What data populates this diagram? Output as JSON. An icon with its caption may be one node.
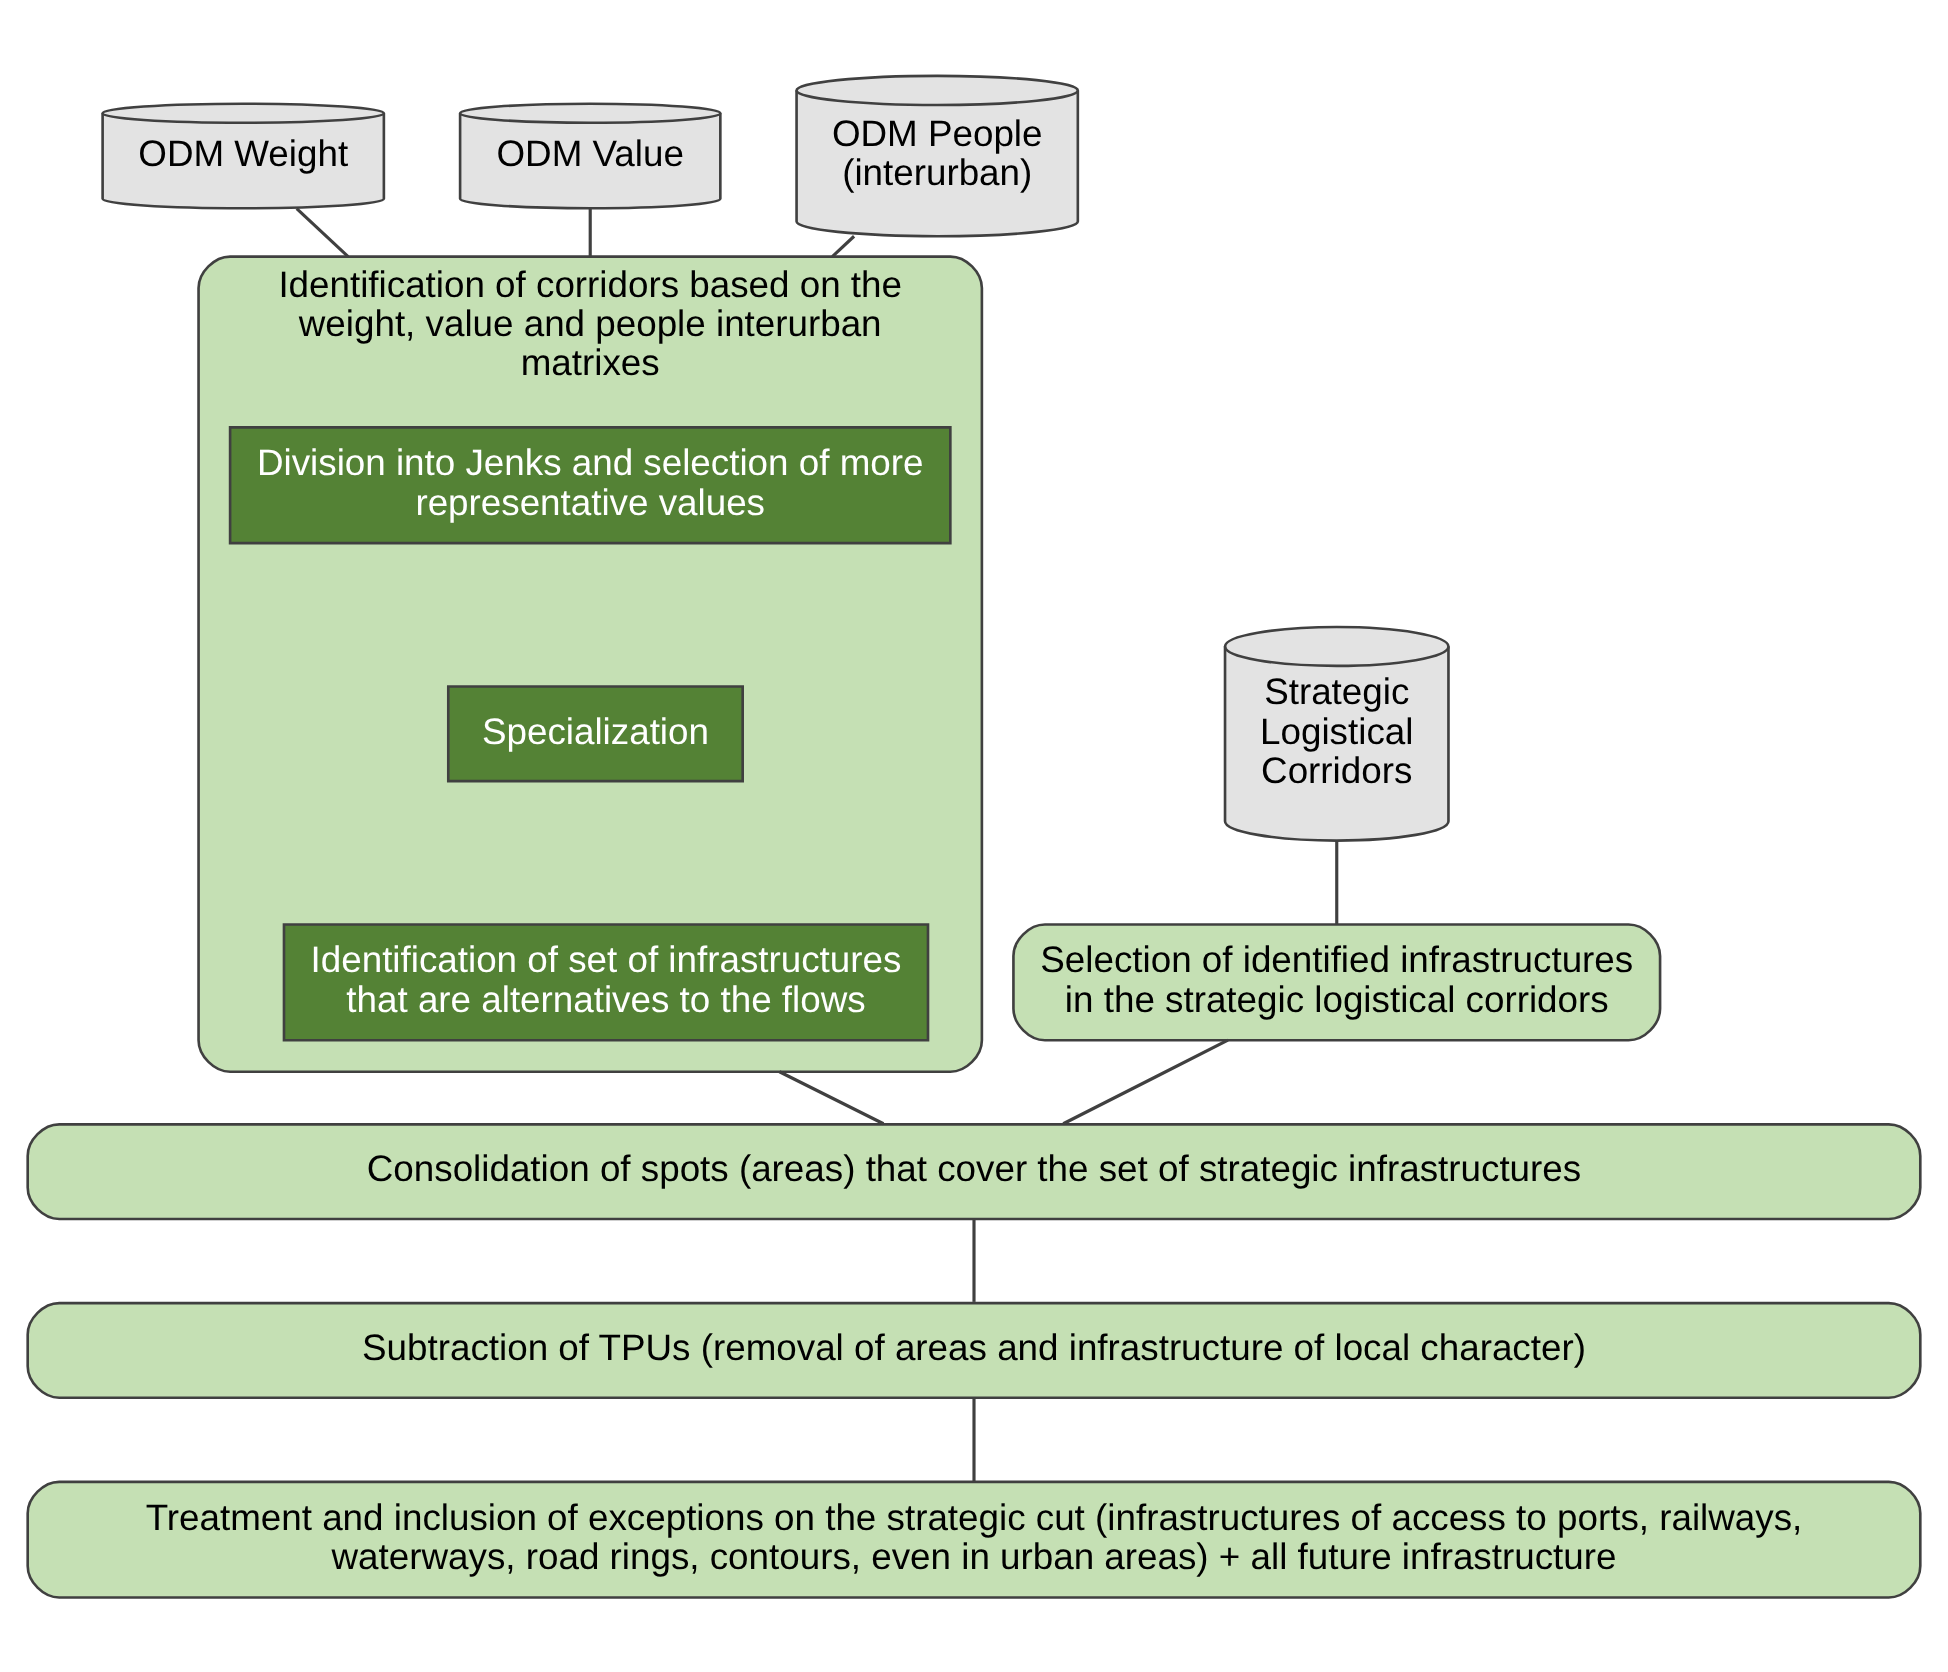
{
  "diagram": {
    "nodes": [
      {
        "text": [
          "ODM Weight"
        ]
      },
      {
        "text": [
          "ODM Value"
        ]
      },
      {
        "text": [
          "ODM People (interurban)"
        ]
      },
      {
        "text": [
          "Identification of corridors based on the weight, value and people interurban matrixes"
        ]
      },
      {
        "text": [
          "Division into Jenks and selection of more representative values"
        ],
        "in": 3
      },
      {
        "text": [
          "Specialization"
        ],
        "in": 3
      },
      {
        "text": [
          "Identification of set of infrastructures that are alternatives to the flows"
        ],
        "in": 3
      },
      {
        "text": [
          "Strategic Logistical Corridors"
        ]
      },
      {
        "text": [
          "Selection of identified infrastructures in the strategic logistical corridors"
        ]
      },
      {
        "text": [
          "Consolidation of spots (areas) that cover the set of strategic infrastructures"
        ]
      },
      {
        "text": [
          "Subtraction of TPUs (removal of areas and infrastructure of local character)"
        ]
      },
      {
        "text": [
          "Treatment and inclusion of exceptions on the strategic cut (infrastructures of access to ports, railways, waterways, road rings, contours, even in urban areas) + all future infrastructure"
        ]
      }
    ],
    "edges": [
      {
        "from": 0,
        "to": 3,
        "arrow": "none"
      },
      {
        "from": 1,
        "to": 3,
        "arrow": "none"
      },
      {
        "from": 2,
        "to": 3,
        "arrow": "none"
      },
      {
        "from": 7,
        "to": 8,
        "arrow": "none"
      },
      {
        "from": 8,
        "to": 9,
        "arrow": "none"
      },
      {
        "from": 3,
        "to": 9,
        "arrow": "none"
      },
      {
        "from": 9,
        "to": 10,
        "arrow": "none"
      },
      {
        "from": 10,
        "to": 11,
        "arrow": "none"
      }
    ]
  }
}
